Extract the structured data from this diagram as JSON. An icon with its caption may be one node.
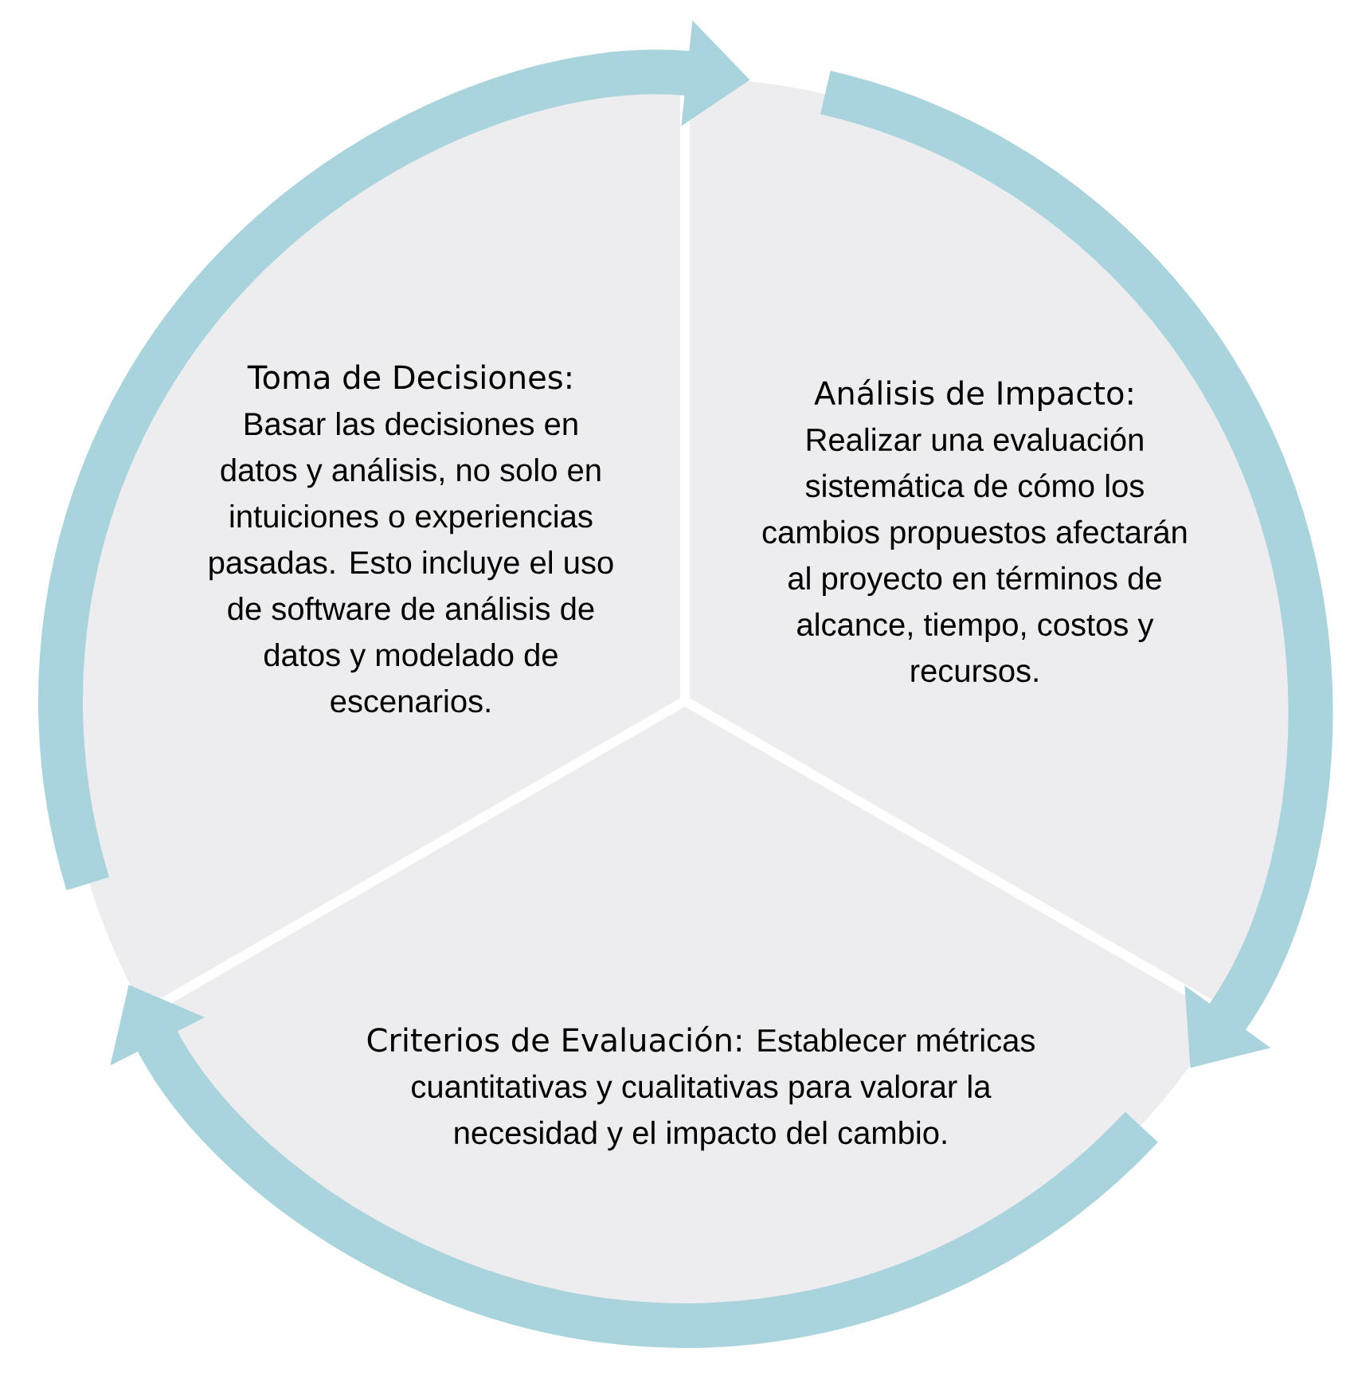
{
  "diagram": {
    "nodes": [
      {
        "text": [
          "Toma de Decisiones:",
          "Basar las decisiones en datos y análisis, no solo en intuiciones o experiencias pasadas. Esto incluye el uso de software de análisis de datos y modelado de escenarios."
        ]
      },
      {
        "text": [
          "Análisis de Impacto:",
          "Realizar una evaluación sistemática de cómo los cambios propuestos afectarán al proyecto en términos de alcance, tiempo, costos y recursos."
        ]
      },
      {
        "text": [
          "Criterios de Evaluación:",
          "Establecer métricas cuantitativas y cualitativas para valorar la necesidad y el impacto del cambio."
        ]
      }
    ],
    "edges": [
      {
        "from": 0,
        "to": 1,
        "arrow": "to"
      },
      {
        "from": 1,
        "to": 2,
        "arrow": "to"
      },
      {
        "from": 2,
        "to": 0,
        "arrow": "to"
      }
    ]
  }
}
